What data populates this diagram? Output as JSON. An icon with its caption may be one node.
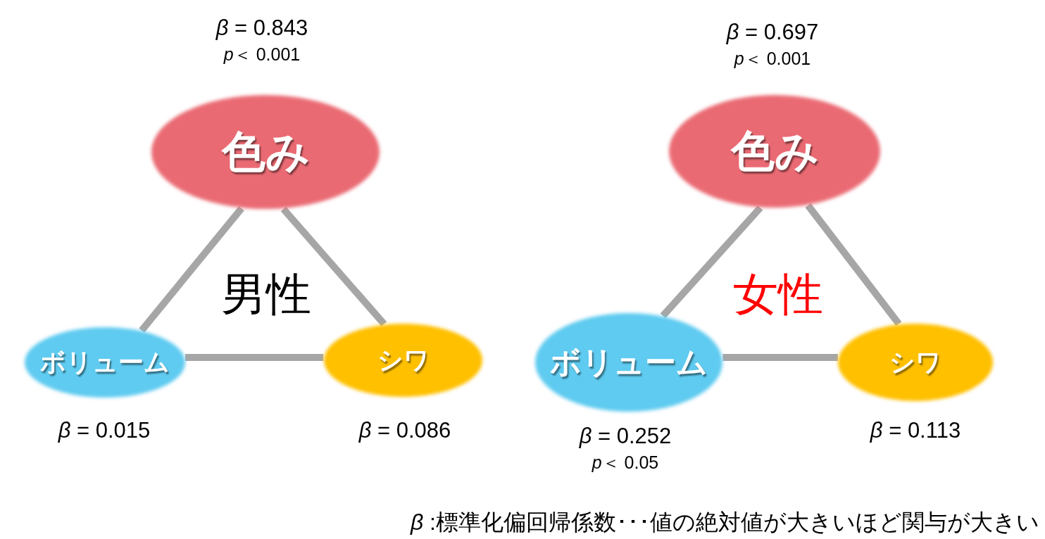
{
  "diagram": {
    "nodes": [
      {
        "text": [
          "色み"
        ],
        "beside": [
          "*β* = 0.843",
          "*p*＜ 0.001"
        ]
      },
      {
        "text": [
          "ボリューム"
        ],
        "beside": [
          "*β* = 0.015"
        ]
      },
      {
        "text": [
          "シワ"
        ],
        "beside": [
          "*β* = 0.086"
        ]
      },
      {
        "text": [
          "色み"
        ],
        "beside": [
          "*β* = 0.697",
          "*p*＜ 0.001"
        ]
      },
      {
        "text": [
          "ボリューム"
        ],
        "beside": [
          "*β* = 0.252",
          "*p*＜ 0.05"
        ]
      },
      {
        "text": [
          "シワ"
        ],
        "beside": [
          "*β* = 0.113"
        ]
      }
    ],
    "edges": [
      {
        "from": 0,
        "to": 1,
        "arrow": "none"
      },
      {
        "from": 0,
        "to": 2,
        "arrow": "none"
      },
      {
        "from": 1,
        "to": 2,
        "arrow": "none"
      },
      {
        "from": 3,
        "to": 4,
        "arrow": "none"
      },
      {
        "from": 3,
        "to": 5,
        "arrow": "none"
      },
      {
        "from": 4,
        "to": 5,
        "arrow": "none"
      }
    ],
    "labels": [
      "男性",
      "女性",
      "*β* :標準化偏回帰係数･･･値の絶対値が大きいほど関与が大きい"
    ]
  }
}
